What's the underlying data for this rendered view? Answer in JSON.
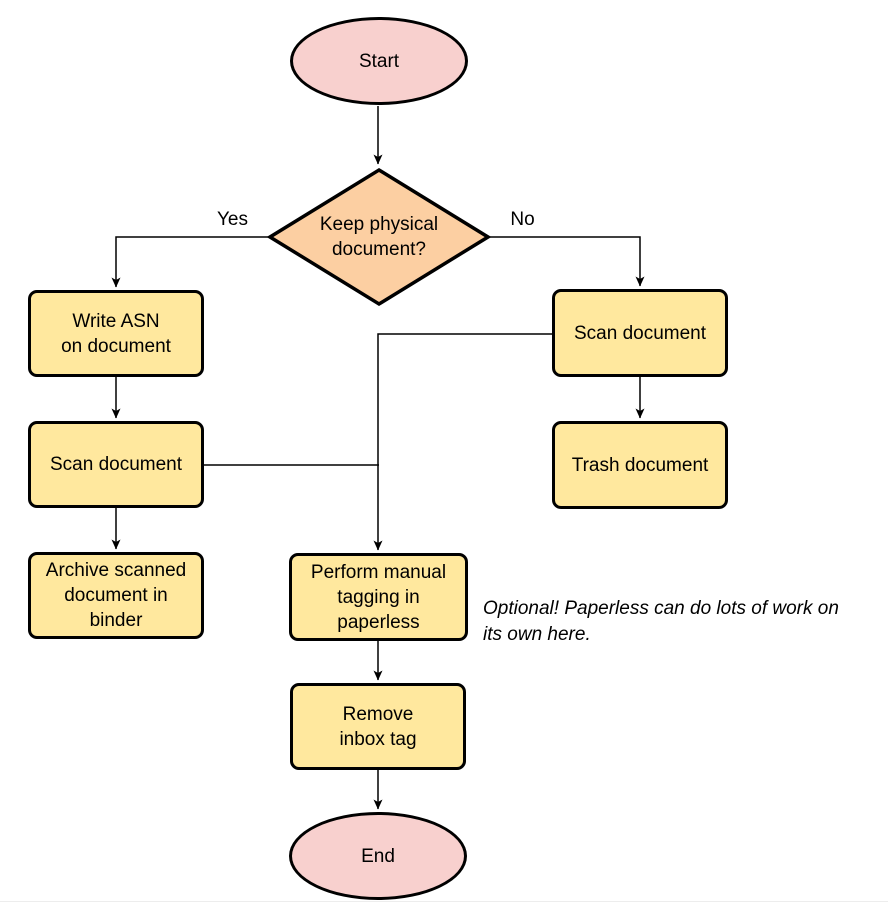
{
  "flowchart": {
    "nodes": {
      "start": {
        "shape": "terminator",
        "lines": [
          "Start"
        ]
      },
      "decision": {
        "shape": "decision",
        "lines": [
          "Keep physical",
          "document?"
        ]
      },
      "write_asn": {
        "shape": "process",
        "lines": [
          "Write ASN",
          "on document"
        ]
      },
      "scan_left": {
        "shape": "process",
        "lines": [
          "Scan document"
        ]
      },
      "archive": {
        "shape": "process",
        "lines": [
          "Archive scanned",
          "document in",
          "binder"
        ]
      },
      "scan_right": {
        "shape": "process",
        "lines": [
          "Scan document"
        ]
      },
      "trash": {
        "shape": "process",
        "lines": [
          "Trash document"
        ]
      },
      "perform": {
        "shape": "process",
        "lines": [
          "Perform manual",
          "tagging in",
          "paperless"
        ]
      },
      "remove": {
        "shape": "process",
        "lines": [
          "Remove",
          "inbox tag"
        ]
      },
      "end": {
        "shape": "terminator",
        "lines": [
          "End"
        ]
      }
    },
    "edge_labels": {
      "yes": "Yes",
      "no": "No"
    },
    "note": {
      "lines": [
        "Optional! Paperless can do lots of work on",
        "its own here."
      ]
    },
    "colors": {
      "terminator_fill": "#f8d0ce",
      "decision_fill": "#fccfa2",
      "process_fill": "#ffe89e",
      "stroke": "#000000",
      "connector": "#000000"
    }
  }
}
